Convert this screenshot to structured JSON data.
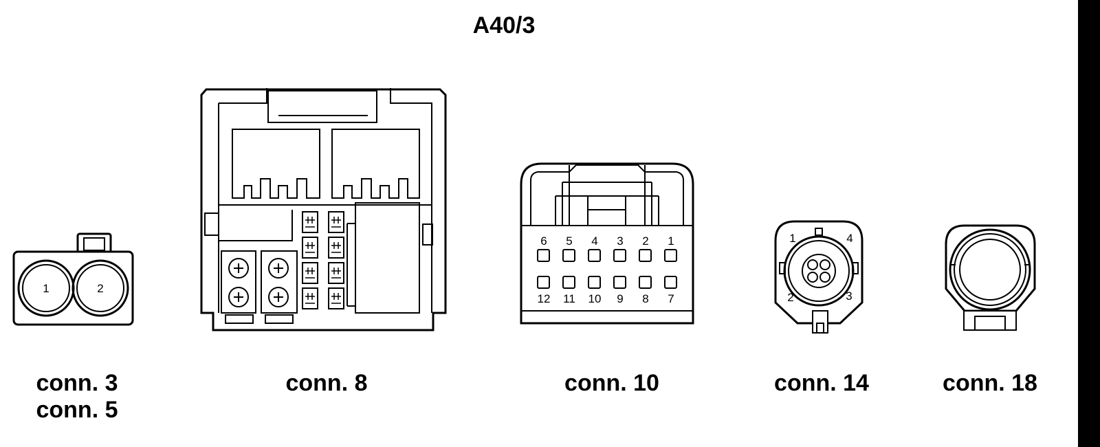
{
  "title": "A40/3",
  "connectors": {
    "c3": {
      "labels": [
        "conn. 3",
        "conn. 5"
      ],
      "pins": [
        "1",
        "2"
      ]
    },
    "c8": {
      "label": "conn. 8"
    },
    "c10": {
      "label": "conn. 10",
      "pins_top": [
        "6",
        "5",
        "4",
        "3",
        "2",
        "1"
      ],
      "pins_bottom": [
        "12",
        "11",
        "10",
        "9",
        "8",
        "7"
      ]
    },
    "c14": {
      "label": "conn. 14",
      "pins": [
        "1",
        "4",
        "2",
        "3"
      ]
    },
    "c18": {
      "label": "conn. 18"
    }
  }
}
